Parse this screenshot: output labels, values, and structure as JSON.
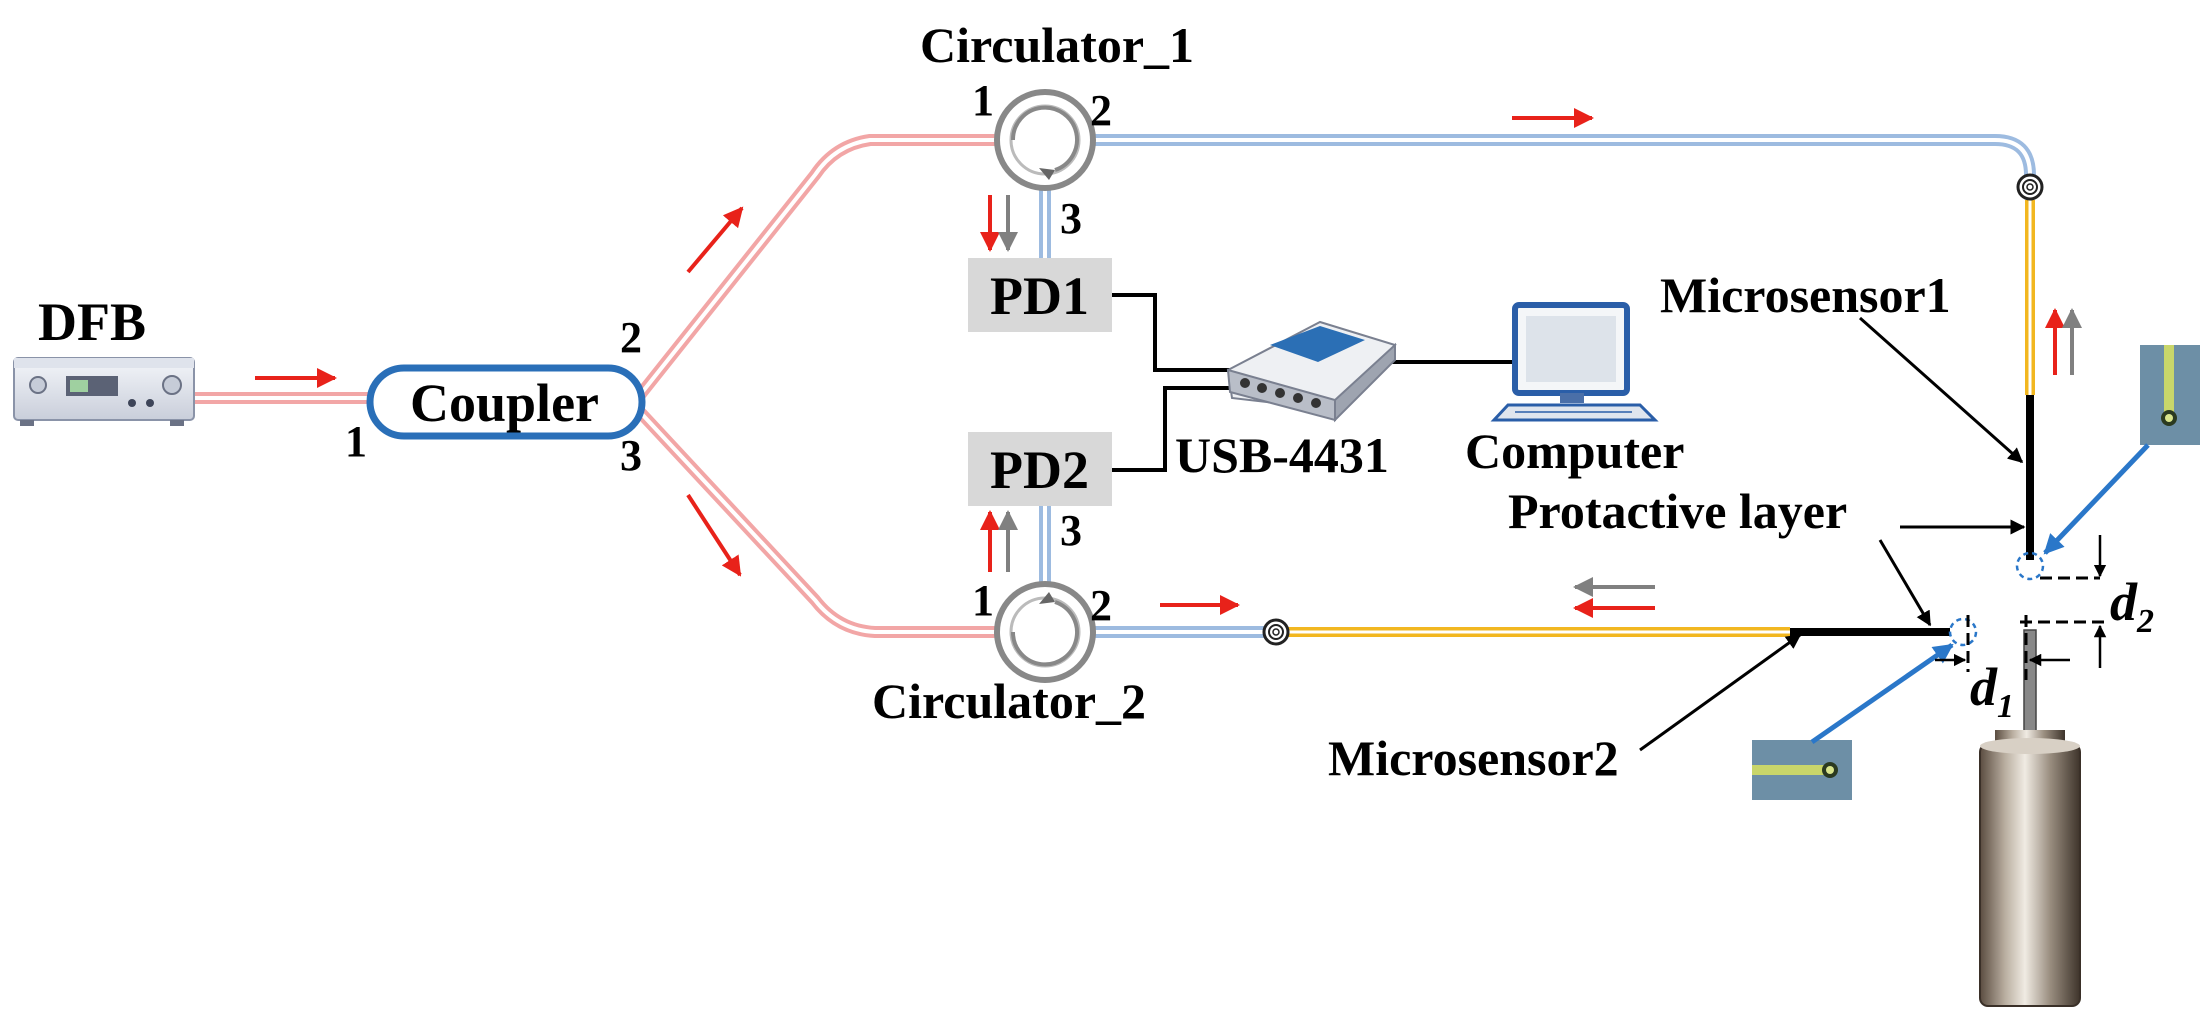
{
  "labels": {
    "dfb": "DFB",
    "coupler": "Coupler",
    "circulator1": "Circulator_1",
    "circulator2": "Circulator_2",
    "pd1": "PD1",
    "pd2": "PD2",
    "daq": "USB-4431",
    "computer": "Computer",
    "microsensor1": "Microsensor1",
    "microsensor2": "Microsensor2",
    "protective_layer": "Protactive layer",
    "d1_base": "d",
    "d1_sub": "1",
    "d2_base": "d",
    "d2_sub": "2"
  },
  "ports": {
    "coupler_in": "1",
    "coupler_out_upper": "2",
    "coupler_out_lower": "3",
    "circ1_port1": "1",
    "circ1_port2": "2",
    "circ1_port3": "3",
    "circ2_port1": "1",
    "circ2_port2": "2",
    "circ2_port3": "3"
  },
  "colors": {
    "fiber_pink": "#f2a6a6",
    "fiber_blue": "#9dbbe0",
    "fiber_yellow": "#f2b720",
    "arrow_red": "#e8221a",
    "arrow_gray": "#808080",
    "pointer_blue": "#2a77c9",
    "pd_box": "#d8d8d8",
    "coupler_outline": "#2a6fb8"
  },
  "icons": [
    "laser-source-icon",
    "daq-device-icon",
    "computer-icon",
    "fiber-spool-icon",
    "tip-micrograph-icon",
    "piezo-actuator-icon"
  ]
}
